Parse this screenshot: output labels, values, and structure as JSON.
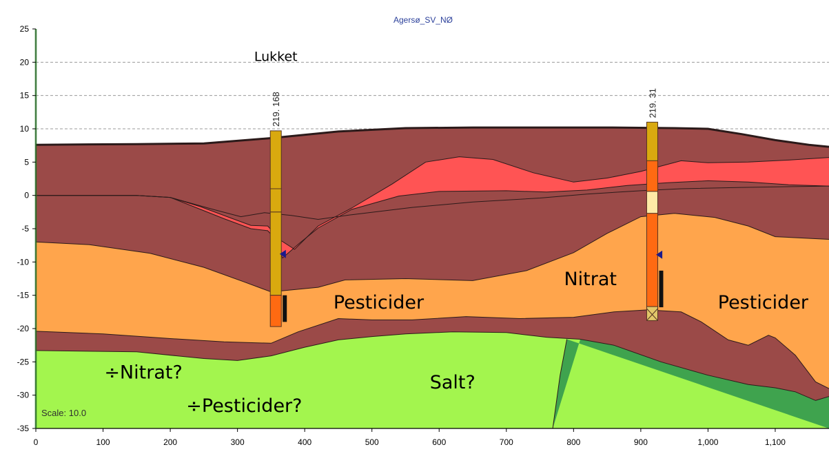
{
  "title": "Agersø_SV_NØ",
  "scale_label": "Scale: 10.0",
  "chart_data": {
    "type": "cross-section",
    "xlim": [
      0,
      1180
    ],
    "ylim": [
      -35,
      25
    ],
    "x_ticks": [
      "0",
      "100",
      "200",
      "300",
      "400",
      "500",
      "600",
      "700",
      "800",
      "900",
      "1,000",
      "1,100"
    ],
    "y_ticks": [
      "25",
      "20",
      "15",
      "10",
      "5",
      "0",
      "-5",
      "-10",
      "-15",
      "-20",
      "-25",
      "-30",
      "-35"
    ],
    "grid": "horizontal dashed",
    "colors": {
      "clay": "#9b4a48",
      "red_layer": "#ff5454",
      "orange_sand": "#ffa54c",
      "light_green": "#a3f54e",
      "dark_green": "#3fa34e"
    },
    "wells": [
      {
        "id": "219. 168",
        "x": 357,
        "top": 9.7,
        "bottom": -19.7,
        "status": "Lukket"
      },
      {
        "id": "219. 31",
        "x": 917,
        "top": 11.0,
        "bottom": -18.8
      }
    ],
    "annotations": [
      {
        "text": "Lukket",
        "x": 357,
        "y": 20.2
      },
      {
        "text": "Pesticider",
        "x": 510,
        "y": -17
      },
      {
        "text": "Nitrat",
        "x": 825,
        "y": -13.5
      },
      {
        "text": "Pesticider",
        "x": 1082,
        "y": -17
      },
      {
        "text": "÷Nitrat?",
        "x": 160,
        "y": -27.5
      },
      {
        "text": "÷Pesticider?",
        "x": 310,
        "y": -32.5
      },
      {
        "text": "Salt?",
        "x": 620,
        "y": -29
      }
    ]
  }
}
